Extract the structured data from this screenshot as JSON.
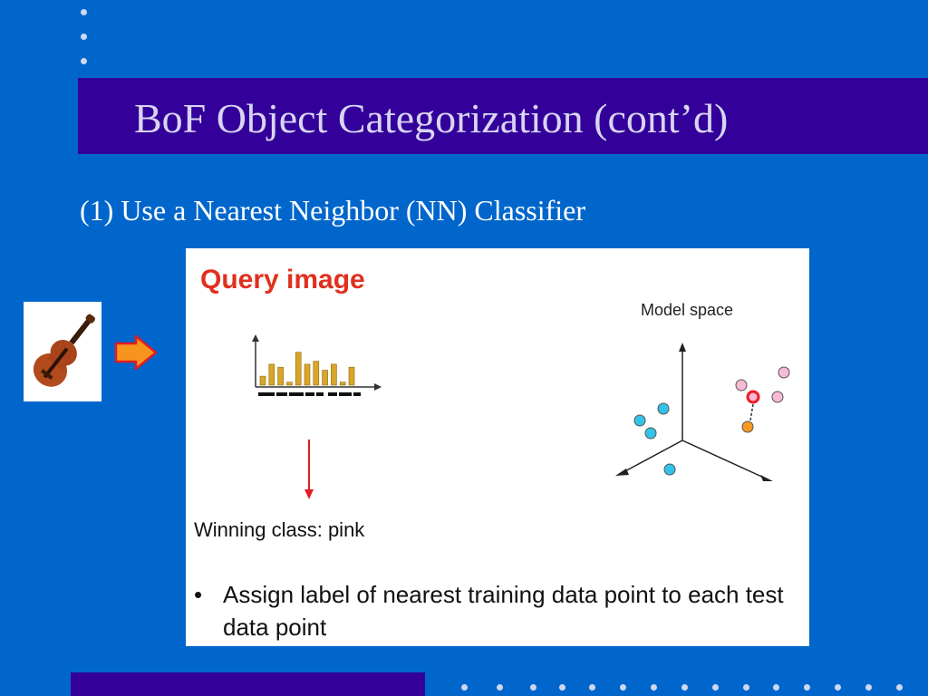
{
  "slide": {
    "title": "BoF Object Categorization (cont’d)",
    "subtitle": "(1) Use a Nearest Neighbor (NN) Classifier"
  },
  "figure": {
    "query_label": "Query image",
    "model_space_label": "Model space",
    "winning_class_text": "Winning class: pink",
    "bullet_symbol": "•",
    "bullet_text": "Assign label of nearest training data point to each test data point",
    "histogram_bar_values": [
      3,
      7,
      6,
      1,
      11,
      7,
      8,
      5,
      7,
      1,
      6
    ],
    "classes": {
      "blue": {
        "color": "#33c3e8"
      },
      "pink": {
        "color": "#f7b9d5"
      },
      "query": {
        "color": "#f59a1f"
      },
      "nearest_highlight": {
        "color": "#ee1c24"
      }
    }
  },
  "icons": {
    "violin": "violin-icon",
    "arrow": "right-arrow-icon",
    "down_arrow": "down-arrow-icon"
  }
}
